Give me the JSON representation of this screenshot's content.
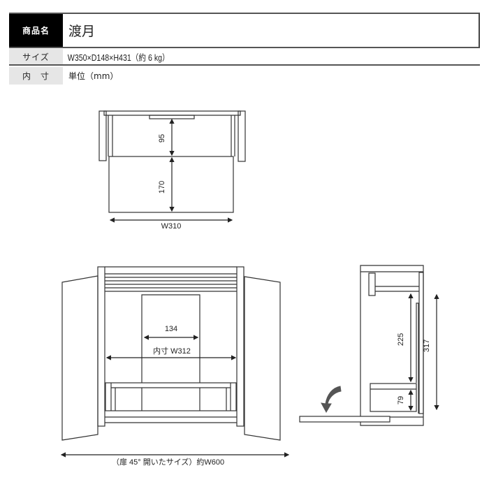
{
  "spec_table": {
    "product_name": {
      "label": "商品名",
      "value": "渡月"
    },
    "size": {
      "label": "サイズ",
      "value": "W350×D148×H431（約 6 kg）"
    },
    "inner": {
      "label": "内　寸",
      "value": "単位（mm）"
    }
  },
  "drawer_view": {
    "upper_height": "95",
    "lower_height": "170",
    "width": "W310"
  },
  "front_view": {
    "center_width": "134",
    "inner_width": "内寸 W312",
    "open_width": "（扉 45°  開いたサイズ）約W600"
  },
  "side_view": {
    "inner_height": "225",
    "total_height": "317",
    "drawer_height": "79",
    "door_arrow_icon": "curved-arrow-down-left"
  },
  "colors": {
    "label_bg_dark": "#000000",
    "label_bg_light": "#e6e6e6",
    "line": "#333333",
    "arrow": "#555555"
  }
}
